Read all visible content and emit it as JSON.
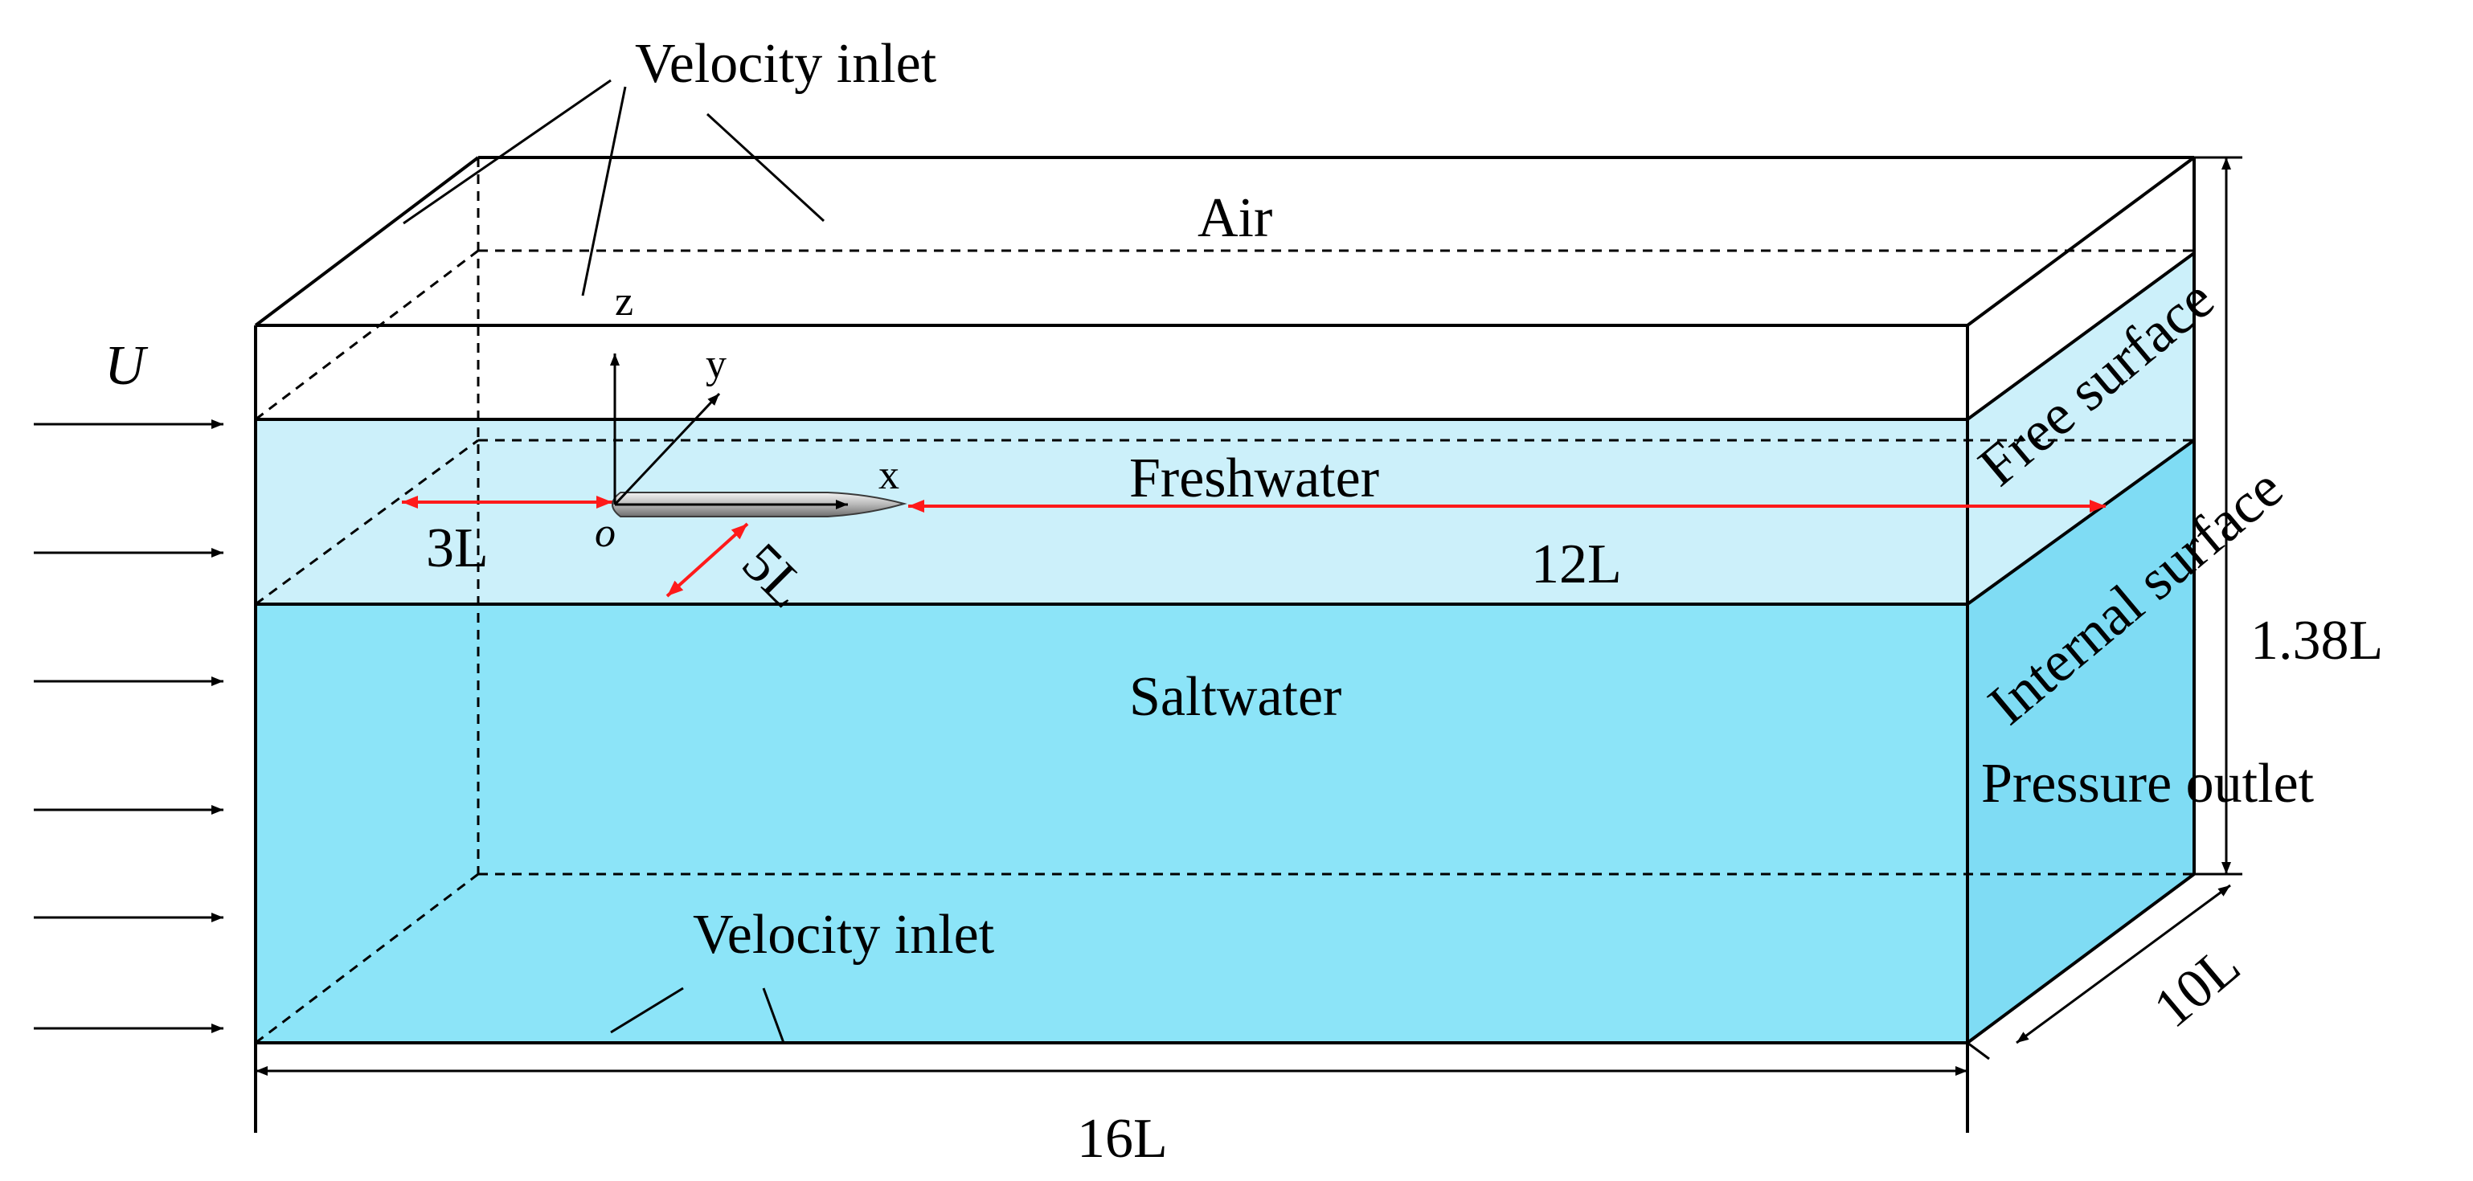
{
  "labels": {
    "velocity_inlet_top": "Velocity inlet",
    "velocity_inlet_bottom": "Velocity inlet",
    "air": "Air",
    "freshwater": "Freshwater",
    "saltwater": "Saltwater",
    "free_surface": "Free surface",
    "internal_surface": "Internal surface",
    "pressure_outlet": "Pressure outlet",
    "inflow_velocity": "U"
  },
  "axes": {
    "x": "x",
    "y": "y",
    "z": "z",
    "origin": "o"
  },
  "dimensions": {
    "upstream": "3L",
    "downstream": "12L",
    "lateral": "5L",
    "height": "1.38L",
    "width": "10L",
    "length": "16L"
  },
  "colors": {
    "freshwater": "#ccf0fa",
    "saltwater": "#8ce4f8",
    "saltwater_side": "#7fdcf4",
    "dimension_arrow": "#ff1a1a",
    "outline": "#000000"
  }
}
